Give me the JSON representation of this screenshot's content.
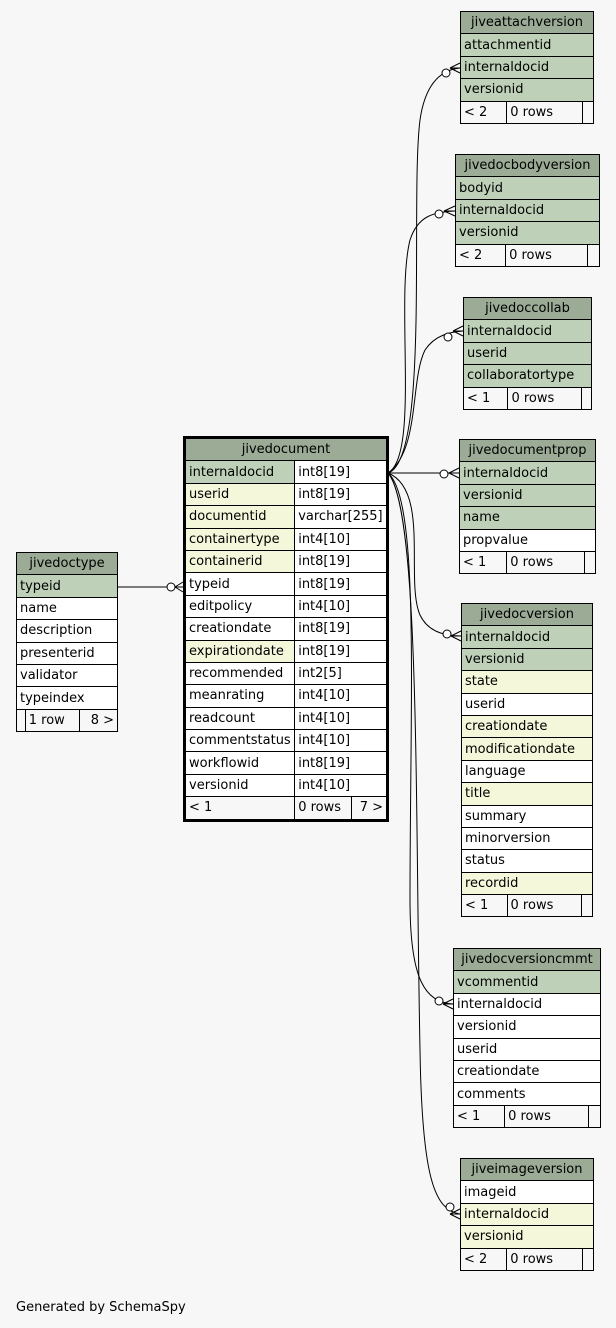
{
  "tables": {
    "jiveattachversion": {
      "title": "jiveattachversion",
      "columns": [
        {
          "name": "attachmentid",
          "key": "pk"
        },
        {
          "name": "internaldocid",
          "key": "pk"
        },
        {
          "name": "versionid",
          "key": "pk"
        }
      ],
      "footer": {
        "parents": "< 2",
        "rows": "0 rows",
        "children": ""
      }
    },
    "jivedocbodyversion": {
      "title": "jivedocbodyversion",
      "columns": [
        {
          "name": "bodyid",
          "key": "pk"
        },
        {
          "name": "internaldocid",
          "key": "pk"
        },
        {
          "name": "versionid",
          "key": "pk"
        }
      ],
      "footer": {
        "parents": "< 2",
        "rows": "0 rows",
        "children": ""
      }
    },
    "jivedoccollab": {
      "title": "jivedoccollab",
      "columns": [
        {
          "name": "internaldocid",
          "key": "pk"
        },
        {
          "name": "userid",
          "key": "pk"
        },
        {
          "name": "collaboratortype",
          "key": "pk"
        }
      ],
      "footer": {
        "parents": "< 1",
        "rows": "0 rows",
        "children": ""
      }
    },
    "jivedocumentprop": {
      "title": "jivedocumentprop",
      "columns": [
        {
          "name": "internaldocid",
          "key": "pk"
        },
        {
          "name": "versionid",
          "key": "pk"
        },
        {
          "name": "name",
          "key": "pk"
        },
        {
          "name": "propvalue",
          "key": ""
        }
      ],
      "footer": {
        "parents": "< 1",
        "rows": "0 rows",
        "children": ""
      }
    },
    "jivedocversion": {
      "title": "jivedocversion",
      "columns": [
        {
          "name": "internaldocid",
          "key": "pk"
        },
        {
          "name": "versionid",
          "key": "pk"
        },
        {
          "name": "state",
          "key": "fk"
        },
        {
          "name": "userid",
          "key": ""
        },
        {
          "name": "creationdate",
          "key": "fk"
        },
        {
          "name": "modificationdate",
          "key": "fk"
        },
        {
          "name": "language",
          "key": ""
        },
        {
          "name": "title",
          "key": "fk"
        },
        {
          "name": "summary",
          "key": ""
        },
        {
          "name": "minorversion",
          "key": ""
        },
        {
          "name": "status",
          "key": ""
        },
        {
          "name": "recordid",
          "key": "fk"
        }
      ],
      "footer": {
        "parents": "< 1",
        "rows": "0 rows",
        "children": ""
      }
    },
    "jivedocversioncmmt": {
      "title": "jivedocversioncmmt",
      "columns": [
        {
          "name": "vcommentid",
          "key": "pk"
        },
        {
          "name": "internaldocid",
          "key": ""
        },
        {
          "name": "versionid",
          "key": ""
        },
        {
          "name": "userid",
          "key": ""
        },
        {
          "name": "creationdate",
          "key": ""
        },
        {
          "name": "comments",
          "key": ""
        }
      ],
      "footer": {
        "parents": "< 1",
        "rows": "0 rows",
        "children": ""
      }
    },
    "jiveimageversion": {
      "title": "jiveimageversion",
      "columns": [
        {
          "name": "imageid",
          "key": ""
        },
        {
          "name": "internaldocid",
          "key": "fk"
        },
        {
          "name": "versionid",
          "key": "fk"
        }
      ],
      "footer": {
        "parents": "< 2",
        "rows": "0 rows",
        "children": ""
      }
    },
    "jivedoctype": {
      "title": "jivedoctype",
      "columns": [
        {
          "name": "typeid",
          "key": "pk"
        },
        {
          "name": "name",
          "key": ""
        },
        {
          "name": "description",
          "key": ""
        },
        {
          "name": "presenterid",
          "key": ""
        },
        {
          "name": "validator",
          "key": ""
        },
        {
          "name": "typeindex",
          "key": ""
        }
      ],
      "footer": {
        "parents": "",
        "rows": "1 row",
        "children": "8 >"
      }
    },
    "jivedocument": {
      "title": "jivedocument",
      "columns": [
        {
          "name": "internaldocid",
          "type": "int8[19]",
          "key": "pk"
        },
        {
          "name": "userid",
          "type": "int8[19]",
          "key": "fk"
        },
        {
          "name": "documentid",
          "type": "varchar[255]",
          "key": "fk"
        },
        {
          "name": "containertype",
          "type": "int4[10]",
          "key": "fk"
        },
        {
          "name": "containerid",
          "type": "int8[19]",
          "key": "fk"
        },
        {
          "name": "typeid",
          "type": "int8[19]",
          "key": ""
        },
        {
          "name": "editpolicy",
          "type": "int4[10]",
          "key": ""
        },
        {
          "name": "creationdate",
          "type": "int8[19]",
          "key": ""
        },
        {
          "name": "expirationdate",
          "type": "int8[19]",
          "key": "fk"
        },
        {
          "name": "recommended",
          "type": "int2[5]",
          "key": ""
        },
        {
          "name": "meanrating",
          "type": "int4[10]",
          "key": ""
        },
        {
          "name": "readcount",
          "type": "int4[10]",
          "key": ""
        },
        {
          "name": "commentstatus",
          "type": "int4[10]",
          "key": ""
        },
        {
          "name": "workflowid",
          "type": "int8[19]",
          "key": ""
        },
        {
          "name": "versionid",
          "type": "int4[10]",
          "key": ""
        }
      ],
      "footer": {
        "parents": "< 1",
        "rows": "0 rows",
        "children": "7 >"
      }
    }
  },
  "caption": "Generated by SchemaSpy",
  "colors": {
    "background": "#f7f7f7",
    "title": "#9bab96",
    "primary_key": "#bed1b8",
    "foreign_key_index": "#f4f7da",
    "plain": "#ffffff",
    "line": "#000000"
  }
}
